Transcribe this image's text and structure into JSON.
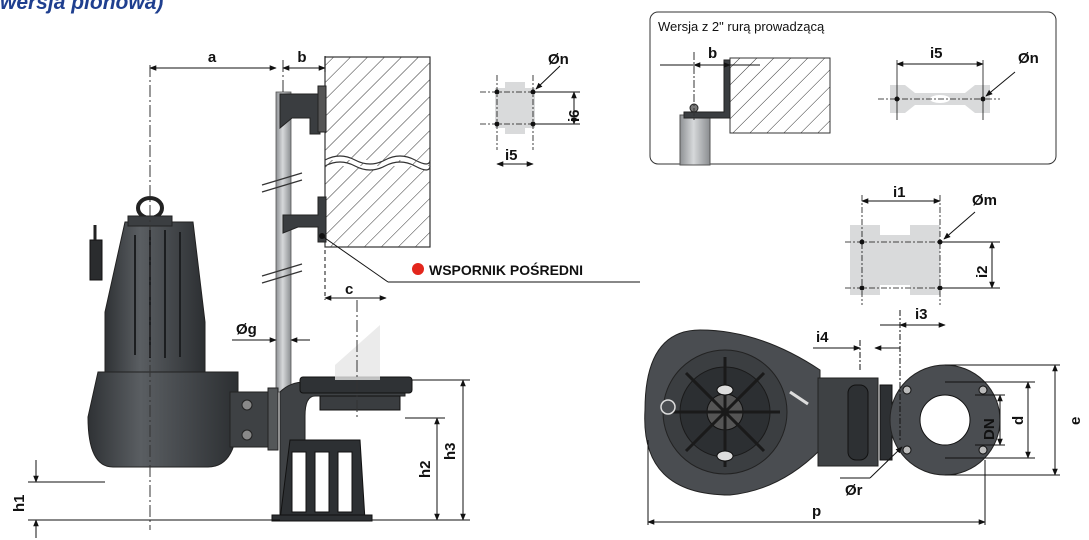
{
  "title": "wersja pionowa)",
  "inset_caption": "Wersja z 2\" rurą prowadzącą",
  "callout": {
    "label": "WSPORNIK POŚREDNI",
    "dot_color": "#e3261c"
  },
  "dimensions": {
    "a": "a",
    "b": "b",
    "c": "c",
    "n": "Øn",
    "g": "Øg",
    "m": "Øm",
    "r": "Ør",
    "i1": "i1",
    "i2": "i2",
    "i3": "i3",
    "i4": "i4",
    "i5": "i5",
    "i6": "i6",
    "h1": "h1",
    "h2": "h2",
    "h3": "h3",
    "p": "p",
    "dn": "DN",
    "d": "d",
    "e": "e"
  },
  "colors": {
    "title": "#1f3f8f",
    "pump_body": "#4a4d51",
    "pipe": "#b9bcbf",
    "plate": "#d9dadb"
  }
}
